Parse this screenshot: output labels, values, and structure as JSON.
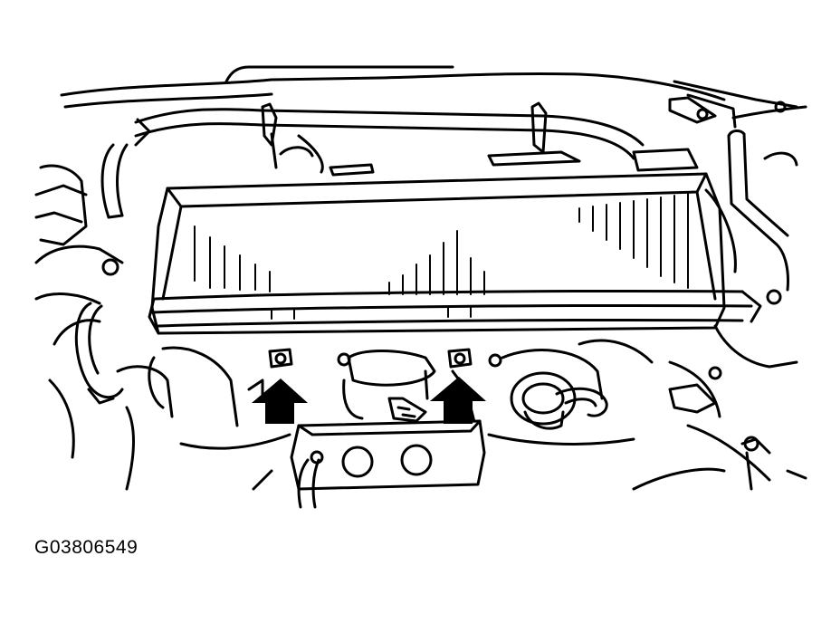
{
  "figure": {
    "id_code": "G03806549",
    "colors": {
      "line": "#000000",
      "background": "#ffffff"
    },
    "callouts": [
      {
        "name": "arrow-left-bolt",
        "icon": "up-arrow-icon"
      },
      {
        "name": "arrow-right-bolt",
        "icon": "up-arrow-icon"
      }
    ]
  }
}
